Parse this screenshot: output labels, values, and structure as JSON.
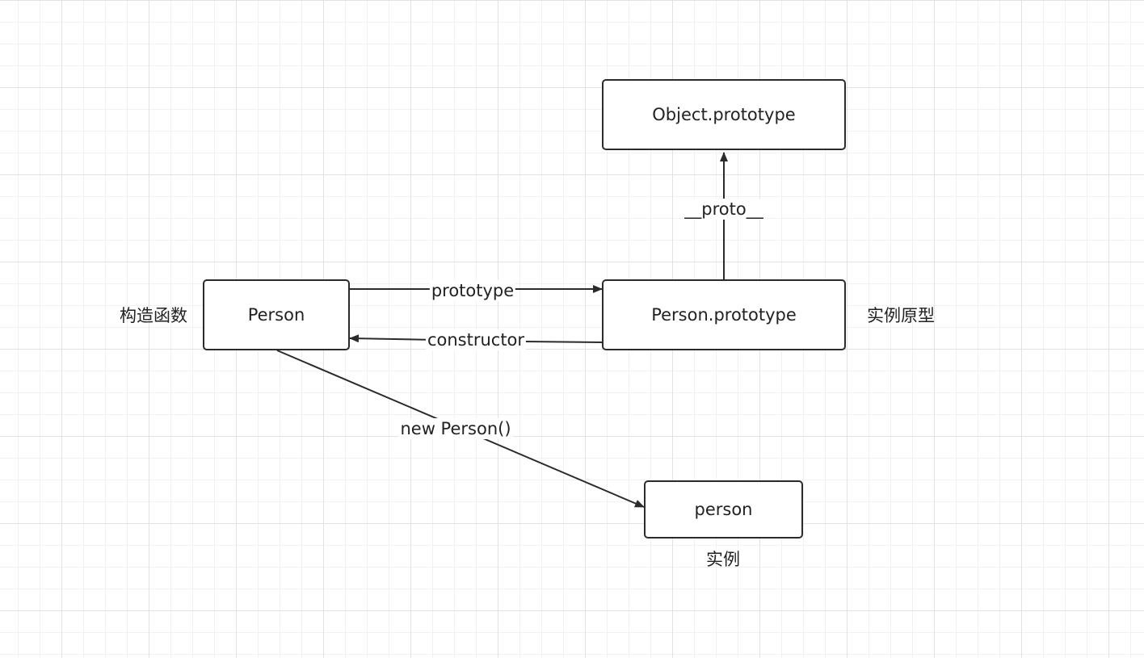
{
  "nodes": {
    "object_prototype": "Object.prototype",
    "person_constructor": "Person",
    "person_prototype": "Person.prototype",
    "person_instance": "person"
  },
  "edges": {
    "proto": "__proto__",
    "prototype": "prototype",
    "constructor": "constructor",
    "new_person": "new Person()"
  },
  "annotations": {
    "constructor_function": "构造函数",
    "instance_prototype": "实例原型",
    "instance": "实例"
  },
  "colors": {
    "stroke": "#2b2b2b",
    "grid": "#e2e2e2"
  }
}
